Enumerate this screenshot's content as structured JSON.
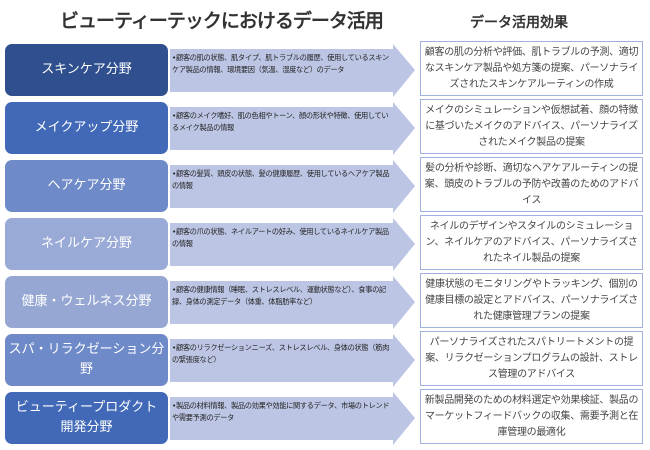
{
  "title": "ビューティーテックにおけるデータ活用",
  "right_title": "データ活用効果",
  "rows": [
    {
      "category": "スキンケア分野",
      "color": "#2f4f8f",
      "data": "•顧客の肌の状態、肌タイプ、肌トラブルの履歴、使用しているスキンケア製品の情報、環境要因（気温、湿度など）のデータ",
      "effect": "顧客の肌の分析や評価、肌トラブルの予測、適切なスキンケア製品や処方箋の提案、パーソナライズされたスキンケアルーティンの作成"
    },
    {
      "category": "メイクアップ分野",
      "color": "#4169b8",
      "data": "•顧客のメイク嗜好、肌の色相やトーン、顔の形状や特徴、使用しているメイク製品の情報",
      "effect": "メイクのシミュレーションや仮想試着、顔の特徴に基づいたメイクのアドバイス、パーソナライズされたメイク製品の提案"
    },
    {
      "category": "ヘアケア分野",
      "color": "#6f8ac8",
      "data": "•顧客の髪質、頭皮の状態、髪の健康履歴、使用しているヘアケア製品の情報",
      "effect": "髪の分析や診断、適切なヘアケアルーティンの提案、頭皮のトラブルの予防や改善のためのアドバイス"
    },
    {
      "category": "ネイルケア分野",
      "color": "#9aaad6",
      "data": "•顧客の爪の状態、ネイルアートの好み、使用しているネイルケア製品の情報",
      "effect": "ネイルのデザインやスタイルのシミュレーション、ネイルケアのアドバイス、パーソナライズされたネイル製品の提案"
    },
    {
      "category": "健康・ウェルネス分野",
      "color": "#97a7d4",
      "data": "•顧客の健康情報（睡眠、ストレスレベル、運動状態など）、食事の記録、身体の測定データ（体重、体脂肪率など）",
      "effect": "健康状態のモニタリングやトラッキング、個別の健康目標の設定とアドバイス、パーソナライズされた健康管理プランの提案"
    },
    {
      "category": "スパ・リラクゼーション分野",
      "color": "#6f8ac8",
      "data": "•顧客のリラクゼーションニーズ、ストレスレベル、身体の状態（筋肉の緊張度など）",
      "effect": "パーソナライズされたスパトリートメントの提案、リラクゼーションプログラムの設計、ストレス管理のアドバイス"
    },
    {
      "category": "ビューティープロダクト\n開発分野",
      "color": "#4169b8",
      "data": "•製品の材料情報、製品の効果や効能に関するデータ、市場のトレンドや需要予測のデータ",
      "effect": "新製品開発のための材料選定や効果検証、製品のマーケットフィードバックの収集、需要予測と在庫管理の最適化"
    }
  ]
}
